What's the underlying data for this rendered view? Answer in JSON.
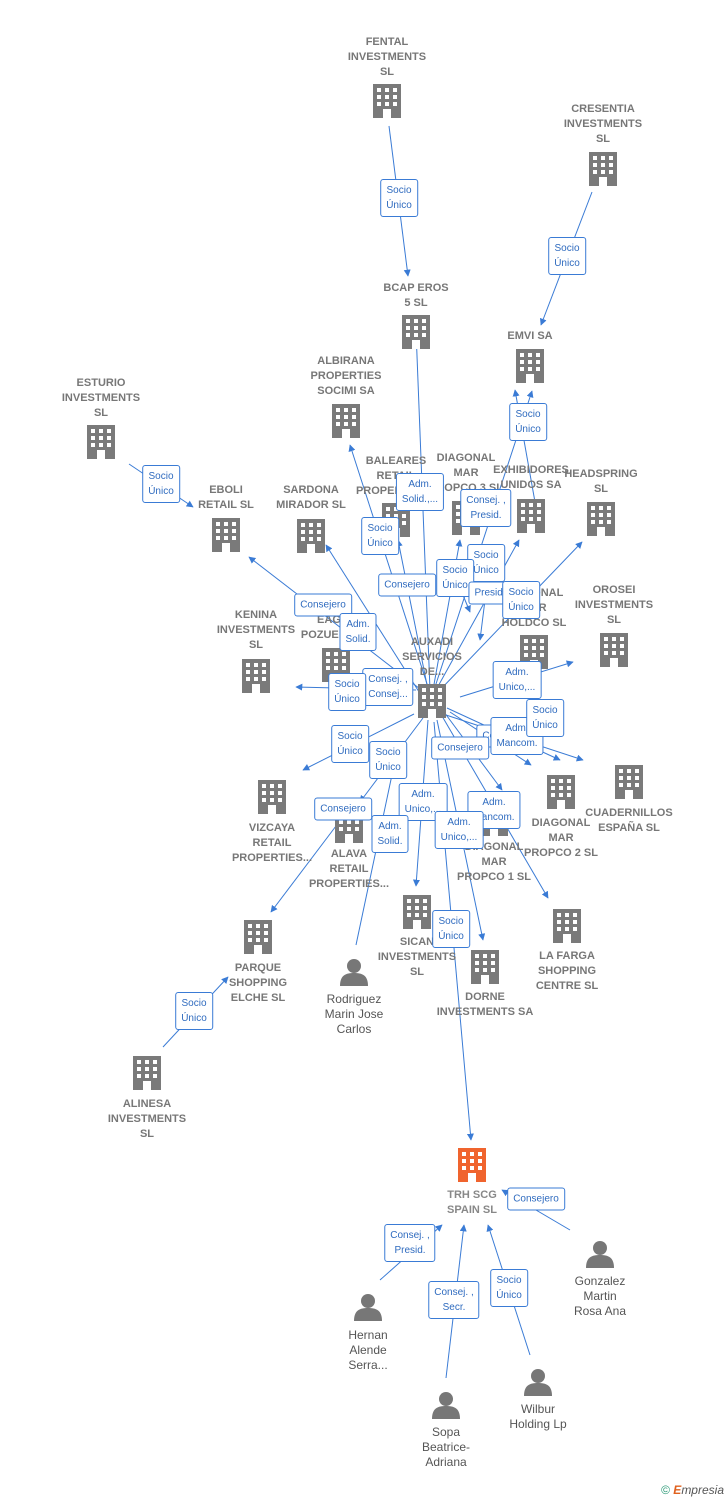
{
  "nodes": [
    {
      "id": "fental",
      "type": "company",
      "label": [
        "FENTAL",
        "INVESTMENTS",
        "SL"
      ]
    },
    {
      "id": "cresentia",
      "type": "company",
      "label": [
        "CRESENTIA",
        "INVESTMENTS",
        "SL"
      ]
    },
    {
      "id": "bcap",
      "type": "company",
      "label": [
        "BCAP EROS",
        "5  SL"
      ]
    },
    {
      "id": "emvi",
      "type": "company",
      "label": [
        "EMVI SA"
      ]
    },
    {
      "id": "albirana",
      "type": "company",
      "label": [
        "ALBIRANA",
        "PROPERTIES",
        "SOCIMI SA"
      ]
    },
    {
      "id": "esturio",
      "type": "company",
      "label": [
        "ESTURIO",
        "INVESTMENTS",
        "SL"
      ]
    },
    {
      "id": "eboli",
      "type": "company",
      "label": [
        "EBOLI",
        "RETAIL  SL"
      ]
    },
    {
      "id": "sardona",
      "type": "company",
      "label": [
        "SARDONA",
        "MIRADOR SL"
      ]
    },
    {
      "id": "baleares",
      "type": "company",
      "label": [
        "BALEARES",
        "RETAIL",
        "PROPERTIES..."
      ]
    },
    {
      "id": "diag3",
      "type": "company",
      "label": [
        "DIAGONAL",
        "MAR",
        "PROPCO 3  SL"
      ]
    },
    {
      "id": "exhibidores",
      "type": "company",
      "label": [
        "EXHIBIDORES",
        "UNIDOS SA"
      ]
    },
    {
      "id": "headspring",
      "type": "company",
      "label": [
        "HEADSPRING",
        "SL"
      ]
    },
    {
      "id": "eagle",
      "type": "company",
      "label": [
        "EAGLE",
        "POZUELO  SL"
      ]
    },
    {
      "id": "diaghold",
      "type": "company",
      "label": [
        "DIAGONAL",
        "MAR",
        "HOLDCO  SL"
      ]
    },
    {
      "id": "kenina",
      "type": "company",
      "label": [
        "KENINA",
        "INVESTMENTS",
        "SL"
      ]
    },
    {
      "id": "orosei",
      "type": "company",
      "label": [
        "OROSEI",
        "INVESTMENTS",
        "SL"
      ]
    },
    {
      "id": "auxadi",
      "type": "company",
      "label": [
        "AUXADI",
        "SERVICIOS",
        "DE..."
      ]
    },
    {
      "id": "vizcaya",
      "type": "company",
      "label": [
        "VIZCAYA",
        "RETAIL",
        "PROPERTIES..."
      ]
    },
    {
      "id": "alava",
      "type": "company",
      "label": [
        "ALAVA",
        "RETAIL",
        "PROPERTIES..."
      ]
    },
    {
      "id": "diag1",
      "type": "company",
      "label": [
        "DIAGONAL",
        "MAR",
        "PROPCO 1  SL"
      ]
    },
    {
      "id": "diag2",
      "type": "company",
      "label": [
        "DIAGONAL",
        "MAR",
        "PROPCO 2  SL"
      ]
    },
    {
      "id": "cuadernillos",
      "type": "company",
      "label": [
        "CUADERNILLOS",
        "ESPAÑA  SL"
      ]
    },
    {
      "id": "sican",
      "type": "company",
      "label": [
        "SICAN",
        "INVESTMENTS",
        "SL"
      ]
    },
    {
      "id": "dorne",
      "type": "company",
      "label": [
        "DORNE",
        "INVESTMENTS SA"
      ]
    },
    {
      "id": "lafarga",
      "type": "company",
      "label": [
        "LA FARGA",
        "SHOPPING",
        "CENTRE SL"
      ]
    },
    {
      "id": "parque",
      "type": "company",
      "label": [
        "PARQUE",
        "SHOPPING",
        "ELCHE SL"
      ]
    },
    {
      "id": "alinesa",
      "type": "company",
      "label": [
        "ALINESA",
        "INVESTMENTS",
        "SL"
      ]
    },
    {
      "id": "rodriguez",
      "type": "person",
      "label": [
        "Rodriguez",
        "Marin Jose",
        "Carlos"
      ]
    },
    {
      "id": "trh",
      "type": "target",
      "label": [
        "TRH  SCG",
        "SPAIN  SL"
      ]
    },
    {
      "id": "gonzalez",
      "type": "person",
      "label": [
        "Gonzalez",
        "Martin",
        "Rosa Ana"
      ]
    },
    {
      "id": "hernan",
      "type": "person",
      "label": [
        "Hernan",
        "Alende",
        "Serra..."
      ]
    },
    {
      "id": "sopa",
      "type": "person",
      "label": [
        "Sopa",
        "Beatrice-",
        "Adriana"
      ]
    },
    {
      "id": "wilbur",
      "type": "person",
      "label": [
        "Wilbur",
        "Holding Lp"
      ]
    }
  ],
  "relations": [
    {
      "text": [
        "Socio",
        "Único"
      ]
    },
    {
      "text": [
        "Socio",
        "Único"
      ]
    },
    {
      "text": [
        "Socio",
        "Único"
      ]
    },
    {
      "text": [
        "Socio",
        "Único"
      ]
    },
    {
      "text": [
        "Adm.",
        "Solid.,..."
      ]
    },
    {
      "text": [
        "Consej. ,",
        "Presid."
      ]
    },
    {
      "text": [
        "Socio",
        "Único"
      ]
    },
    {
      "text": [
        "Socio",
        "Único"
      ]
    },
    {
      "text": [
        "Consejero"
      ]
    },
    {
      "text": [
        "Socio",
        "Único"
      ]
    },
    {
      "text": [
        "Presid."
      ]
    },
    {
      "text": [
        "Socio",
        "Único"
      ]
    },
    {
      "text": [
        "Consejero"
      ]
    },
    {
      "text": [
        "Adm.",
        "Solid."
      ]
    },
    {
      "text": [
        "Adm.",
        "Unico,..."
      ]
    },
    {
      "text": [
        "Consej. ,",
        "Consej..."
      ]
    },
    {
      "text": [
        "Socio",
        "Único"
      ]
    },
    {
      "text": [
        "Socio",
        "Único"
      ]
    },
    {
      "text": [
        "Socio",
        "Único"
      ]
    },
    {
      "text": [
        "Cons"
      ]
    },
    {
      "text": [
        "Adm.",
        "Mancom."
      ]
    },
    {
      "text": [
        "Socio",
        "Único"
      ]
    },
    {
      "text": [
        "Consejero"
      ]
    },
    {
      "text": [
        "Consejero"
      ]
    },
    {
      "text": [
        "Adm.",
        "Unico,..."
      ]
    },
    {
      "text": [
        "Adm.",
        "Mancom."
      ]
    },
    {
      "text": [
        "Adm.",
        "Solid."
      ]
    },
    {
      "text": [
        "Adm.",
        "Unico,..."
      ]
    },
    {
      "text": [
        "Socio",
        "Único"
      ]
    },
    {
      "text": [
        "Socio",
        "Único"
      ]
    },
    {
      "text": [
        "Consejero"
      ]
    },
    {
      "text": [
        "Consej. ,",
        "Presid."
      ]
    },
    {
      "text": [
        "Consej. ,",
        "Secr."
      ]
    },
    {
      "text": [
        "Socio",
        "Único"
      ]
    }
  ],
  "colors": {
    "edge": "#3a7bd5",
    "company_icon": "#7a7a7a",
    "target_icon": "#f0642e",
    "person_icon": "#777777",
    "label": "#777777"
  },
  "footer": {
    "copyright": "©",
    "brand_initial": "E",
    "brand_rest": "mpresia"
  }
}
